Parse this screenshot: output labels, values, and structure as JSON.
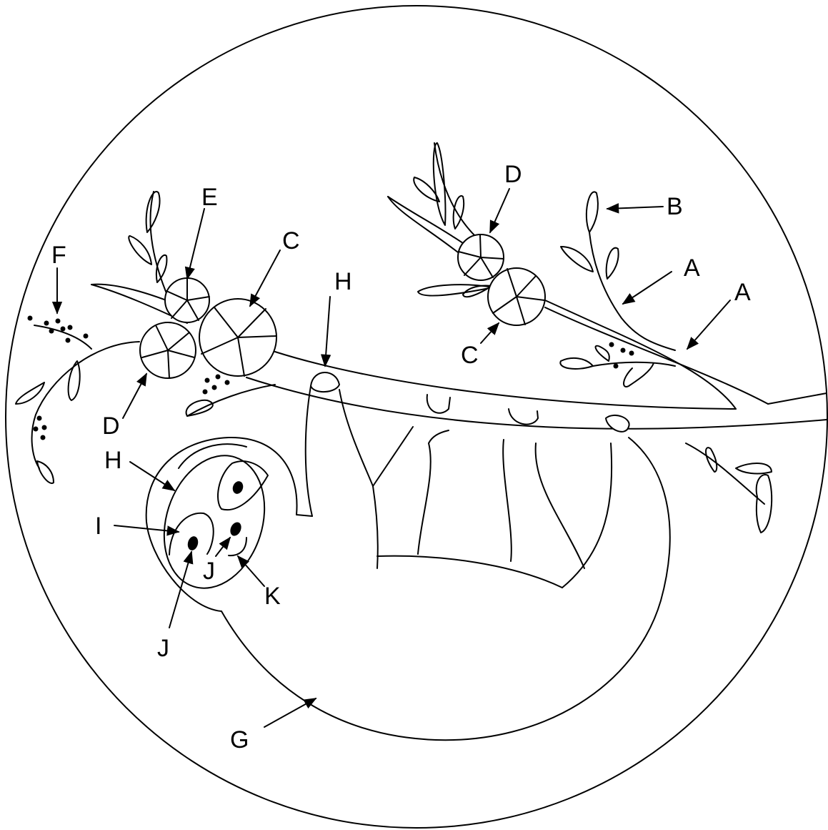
{
  "labels": {
    "a1": "A",
    "a2": "A",
    "b": "B",
    "c1": "C",
    "c2": "C",
    "d1": "D",
    "d2": "D",
    "e": "E",
    "f": "F",
    "g": "G",
    "h1": "H",
    "h2": "H",
    "i": "I",
    "j1": "J",
    "j2": "J",
    "k": "K"
  }
}
